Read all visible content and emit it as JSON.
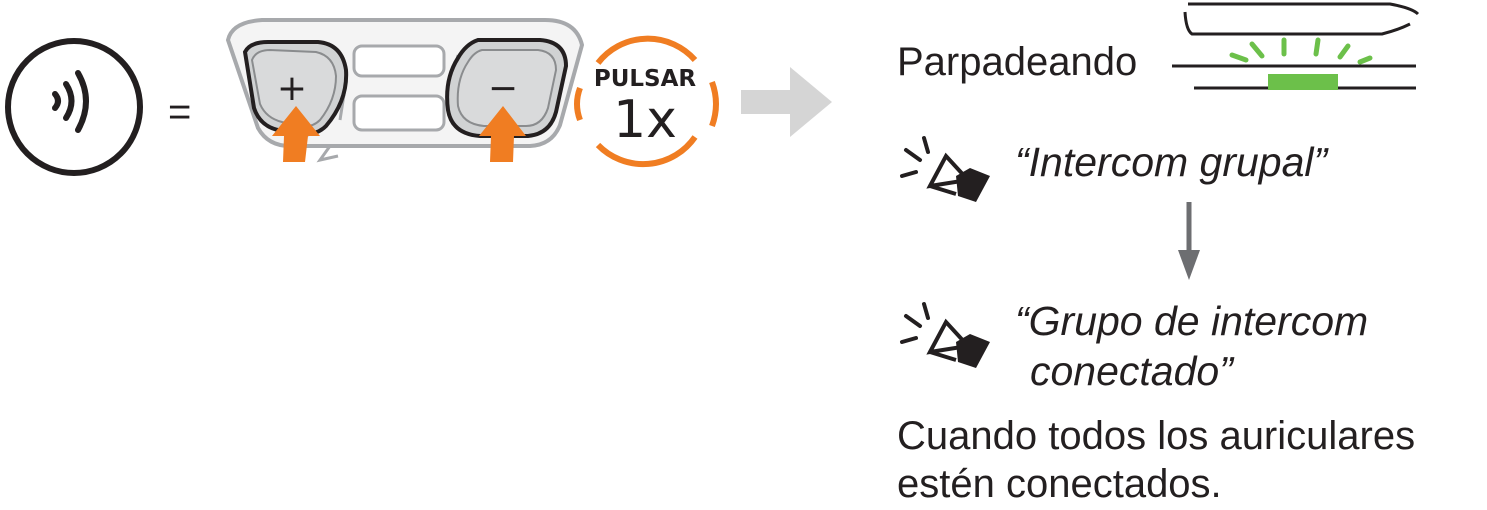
{
  "colors": {
    "accent_orange": "#f07d22",
    "led_green": "#6cc04a",
    "arrow_gray": "#d5d5d5",
    "text_dark": "#231f20",
    "flow_arrow": "#6d6e71"
  },
  "icons": {
    "intercom_button": "intercom-waves-icon",
    "press_arrows": "orange-up-arrow-icon",
    "next_step": "right-arrow-icon",
    "voice_prompt": "speaker-icon",
    "flow": "down-arrow-icon"
  },
  "action": {
    "equals": "=",
    "plus_button": "+",
    "minus_button": "−",
    "press_badge": {
      "label": "PULSAR",
      "count": "1x"
    }
  },
  "result": {
    "led_label": "Parpadeando",
    "voice_prompt_1": "“Intercom grupal”",
    "voice_prompt_2_line1": "“Grupo de intercom",
    "voice_prompt_2_line2": "conectado”",
    "note_line1": "Cuando todos los auriculares",
    "note_line2": "estén conectados."
  }
}
